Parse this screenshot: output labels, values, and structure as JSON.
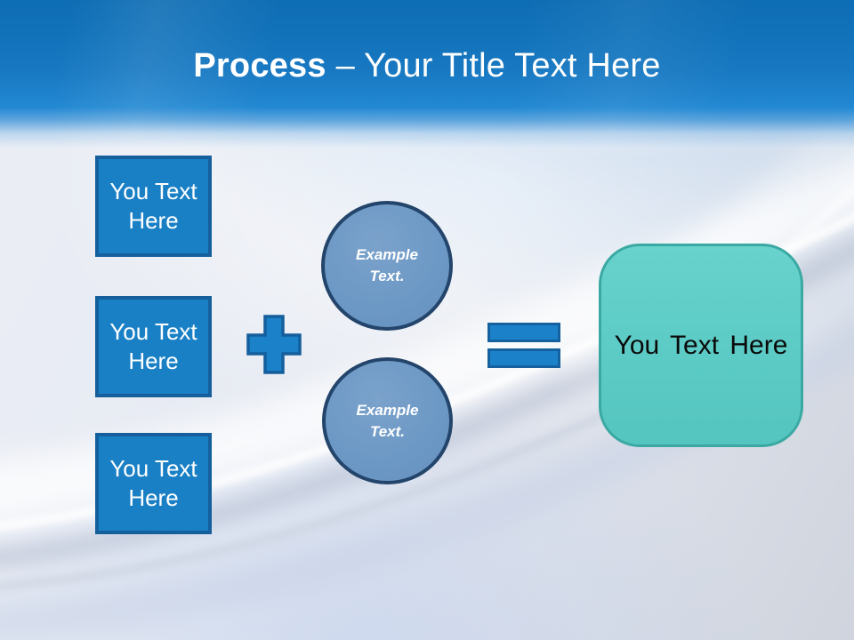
{
  "title": {
    "keyword": "Process",
    "rest": "– Your Title Text Here"
  },
  "input_boxes": [
    {
      "label": "You Text Here"
    },
    {
      "label": "You Text Here"
    },
    {
      "label": "You Text Here"
    }
  ],
  "operators": {
    "plus_icon": "plus-sign",
    "equals_icon": "equals-sign"
  },
  "circles": [
    {
      "label": "Example Text."
    },
    {
      "label": "Example Text."
    }
  ],
  "result_box": {
    "label": "You Text Here"
  },
  "colors": {
    "header_blue_top": "#0E6DB4",
    "header_blue_bottom": "#2389D3",
    "input_box_fill": "#1A80C6",
    "input_box_border": "#15609C",
    "operator_fill": "#1B82CA",
    "operator_border": "#15619F",
    "circle_fill": "#6D9AC7",
    "circle_border": "#24456B",
    "result_box_fill": "#5FCDC8",
    "result_box_border": "#3BA9A3",
    "title_text": "#FFFFFF",
    "input_box_text": "#FFFFFF",
    "circle_text": "#FFFFFF",
    "result_text": "#000000"
  }
}
